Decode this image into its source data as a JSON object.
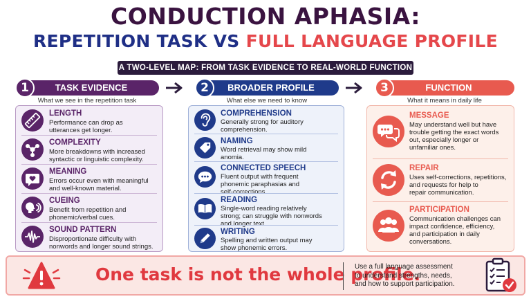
{
  "title": {
    "line1": "CONDUCTION APHASIA:",
    "line2_part1": "REPETITION TASK",
    "line2_vs": "VS",
    "line2_part2": "FULL LANGUAGE PROFILE"
  },
  "banner": "A TWO-LEVEL MAP: FROM TASK EVIDENCE TO REAL-WORLD FUNCTION",
  "columns": [
    {
      "number": "1",
      "title": "TASK EVIDENCE",
      "subtitle": "What we see in the repetition task",
      "color": "#5a2468",
      "items": [
        {
          "icon": "ruler-icon",
          "heading": "LENGTH",
          "body": [
            "Performance can drop as",
            "utterances get longer."
          ]
        },
        {
          "icon": "molecule-icon",
          "heading": "COMPLEXITY",
          "body": [
            "More breakdowns with increased",
            "syntactic or linguistic complexity."
          ]
        },
        {
          "icon": "heart-speech-icon",
          "heading": "MEANING",
          "body": [
            "Errors occur even with meaningful",
            "and well-known material."
          ]
        },
        {
          "icon": "speaking-head-icon",
          "heading": "CUEING",
          "body": [
            "Benefit from repetition and",
            "phonemic/verbal cues."
          ]
        },
        {
          "icon": "waveform-icon",
          "heading": "SOUND PATTERN",
          "body": [
            "Disproportionate difficulty with",
            "nonwords and longer sound strings."
          ]
        }
      ]
    },
    {
      "number": "2",
      "title": "BROADER PROFILE",
      "subtitle": "What else we need to know",
      "color": "#1f3a8a",
      "items": [
        {
          "icon": "ear-icon",
          "heading": "COMPREHENSION",
          "body": [
            "Generally strong for auditory",
            "comprehension."
          ]
        },
        {
          "icon": "tag-icon",
          "heading": "NAMING",
          "body": [
            "Word retrieval may show mild",
            "anomia."
          ]
        },
        {
          "icon": "speech-bubble-icon",
          "heading": "CONNECTED SPEECH",
          "body": [
            "Fluent output with frequent",
            "phonemic paraphasias and",
            "self-corrections."
          ]
        },
        {
          "icon": "book-icon",
          "heading": "READING",
          "body": [
            "Single-word reading relatively",
            "strong; can struggle with nonwords",
            "and longer text."
          ]
        },
        {
          "icon": "pencil-icon",
          "heading": "WRITING",
          "body": [
            "Spelling and written output may",
            "show phonemic errors."
          ]
        }
      ]
    },
    {
      "number": "3",
      "title": "FUNCTION",
      "subtitle": "What it means in daily life",
      "color": "#e85a4f",
      "items": [
        {
          "icon": "chat-bubbles-icon",
          "heading": "MESSAGE",
          "body": [
            "May understand well but have",
            "trouble getting the exact words",
            "out, especially longer or",
            "unfamiliar ones."
          ]
        },
        {
          "icon": "refresh-icon",
          "heading": "REPAIR",
          "body": [
            "Uses self-corrections, repetitions,",
            "and requests for help to",
            "repair communication."
          ]
        },
        {
          "icon": "people-icon",
          "heading": "PARTICIPATION",
          "body": [
            "Communication challenges can",
            "impact confidence, efficiency,",
            "and participation in daily",
            "conversations."
          ]
        }
      ]
    }
  ],
  "bottom": {
    "main": "One task is not the whole profile.",
    "side": [
      "Use a full language assessment",
      "to understand strengths, needs,",
      "and how to support participation."
    ]
  },
  "colors": {
    "purple": "#5a2468",
    "navy": "#1f3a8a",
    "coral": "#e85a4f",
    "red": "#e0393f"
  }
}
